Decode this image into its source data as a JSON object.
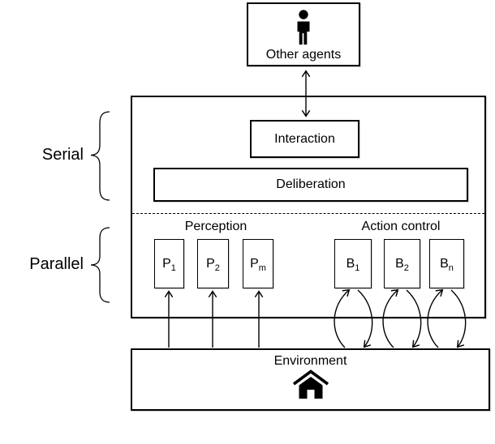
{
  "figure": {
    "colors": {
      "background": "#ffffff",
      "line": "#000000"
    },
    "other_agents": {
      "label": "Other agents",
      "icon": "person-icon"
    },
    "agent_box": {
      "interaction_label": "Interaction",
      "deliberation_label": "Deliberation",
      "perception": {
        "label": "Perception",
        "modules": [
          {
            "base": "P",
            "sub": "1"
          },
          {
            "base": "P",
            "sub": "2"
          },
          {
            "base": "P",
            "sub": "m"
          }
        ]
      },
      "action_control": {
        "label": "Action control",
        "modules": [
          {
            "base": "B",
            "sub": "1"
          },
          {
            "base": "B",
            "sub": "2"
          },
          {
            "base": "B",
            "sub": "n"
          }
        ]
      }
    },
    "environment": {
      "label": "Environment",
      "icon": "house-icon"
    },
    "side_labels": {
      "serial": "Serial",
      "parallel": "Parallel"
    }
  }
}
